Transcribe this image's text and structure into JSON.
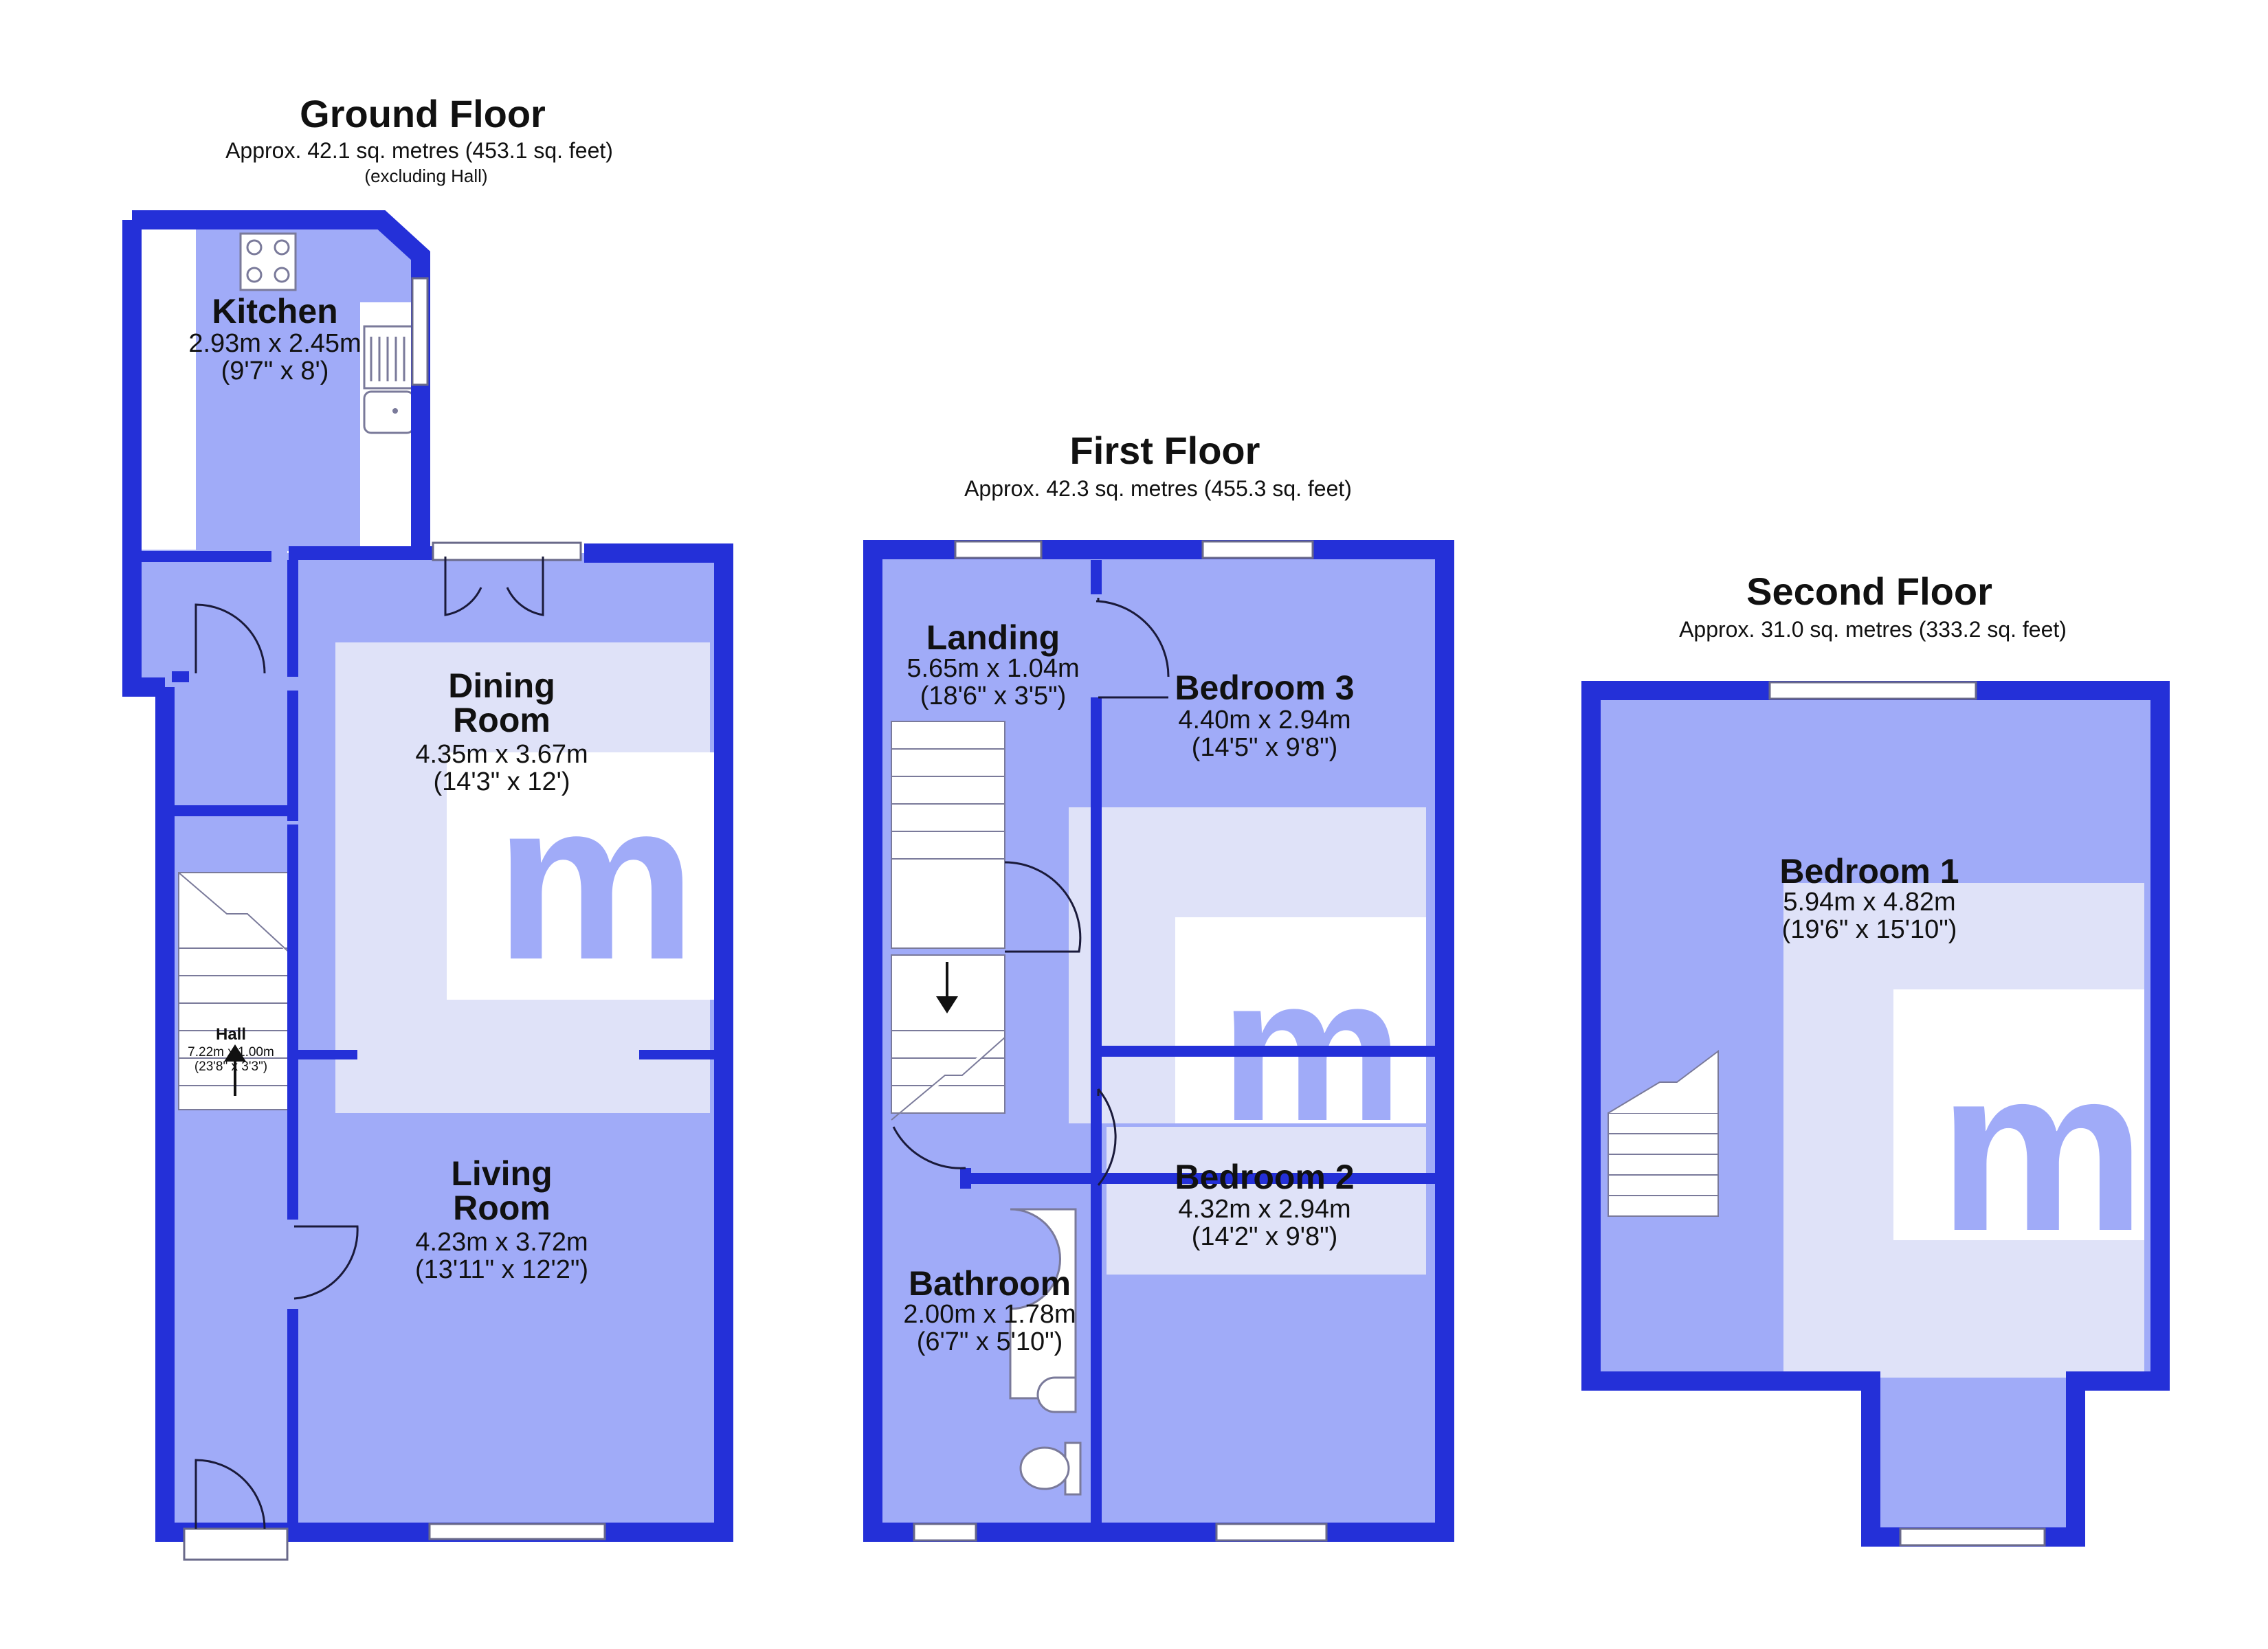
{
  "floors": {
    "ground": {
      "title": "Ground Floor",
      "area": "Approx. 42.1 sq. metres (453.1 sq. feet)",
      "note": "(excluding Hall)",
      "rooms": {
        "kitchen": {
          "name": "Kitchen",
          "metric": "2.93m x 2.45m",
          "imperial": "(9'7\" x 8')"
        },
        "dining": {
          "name_line1": "Dining",
          "name_line2": "Room",
          "metric": "4.35m x 3.67m",
          "imperial": "(14'3\" x 12')"
        },
        "living": {
          "name_line1": "Living",
          "name_line2": "Room",
          "metric": "4.23m x 3.72m",
          "imperial": "(13'11\" x 12'2\")"
        },
        "hall": {
          "name": "Hall",
          "metric": "7.22m x 1.00m",
          "imperial": "(23'8\" x 3'3\")"
        }
      }
    },
    "first": {
      "title": "First Floor",
      "area": "Approx. 42.3 sq. metres (455.3 sq. feet)",
      "rooms": {
        "landing": {
          "name": "Landing",
          "metric": "5.65m x 1.04m",
          "imperial": "(18'6\" x 3'5\")"
        },
        "bedroom3": {
          "name": "Bedroom 3",
          "metric": "4.40m x 2.94m",
          "imperial": "(14'5\" x 9'8\")"
        },
        "bedroom2": {
          "name": "Bedroom 2",
          "metric": "4.32m x 2.94m",
          "imperial": "(14'2\" x 9'8\")"
        },
        "bathroom": {
          "name": "Bathroom",
          "metric": "2.00m x 1.78m",
          "imperial": "(6'7\" x 5'10\")"
        }
      }
    },
    "second": {
      "title": "Second Floor",
      "area": "Approx. 31.0 sq. metres (333.2 sq. feet)",
      "rooms": {
        "bedroom1": {
          "name": "Bedroom 1",
          "metric": "5.94m x 4.82m",
          "imperial": "(19'6\" x 15'10\")"
        }
      }
    }
  },
  "watermark": "m",
  "colors": {
    "wall": "#2430d8",
    "floor": "#a0abf8",
    "watermark_bg": "#dfe2f8",
    "watermark_letter": "#a0abf8"
  }
}
